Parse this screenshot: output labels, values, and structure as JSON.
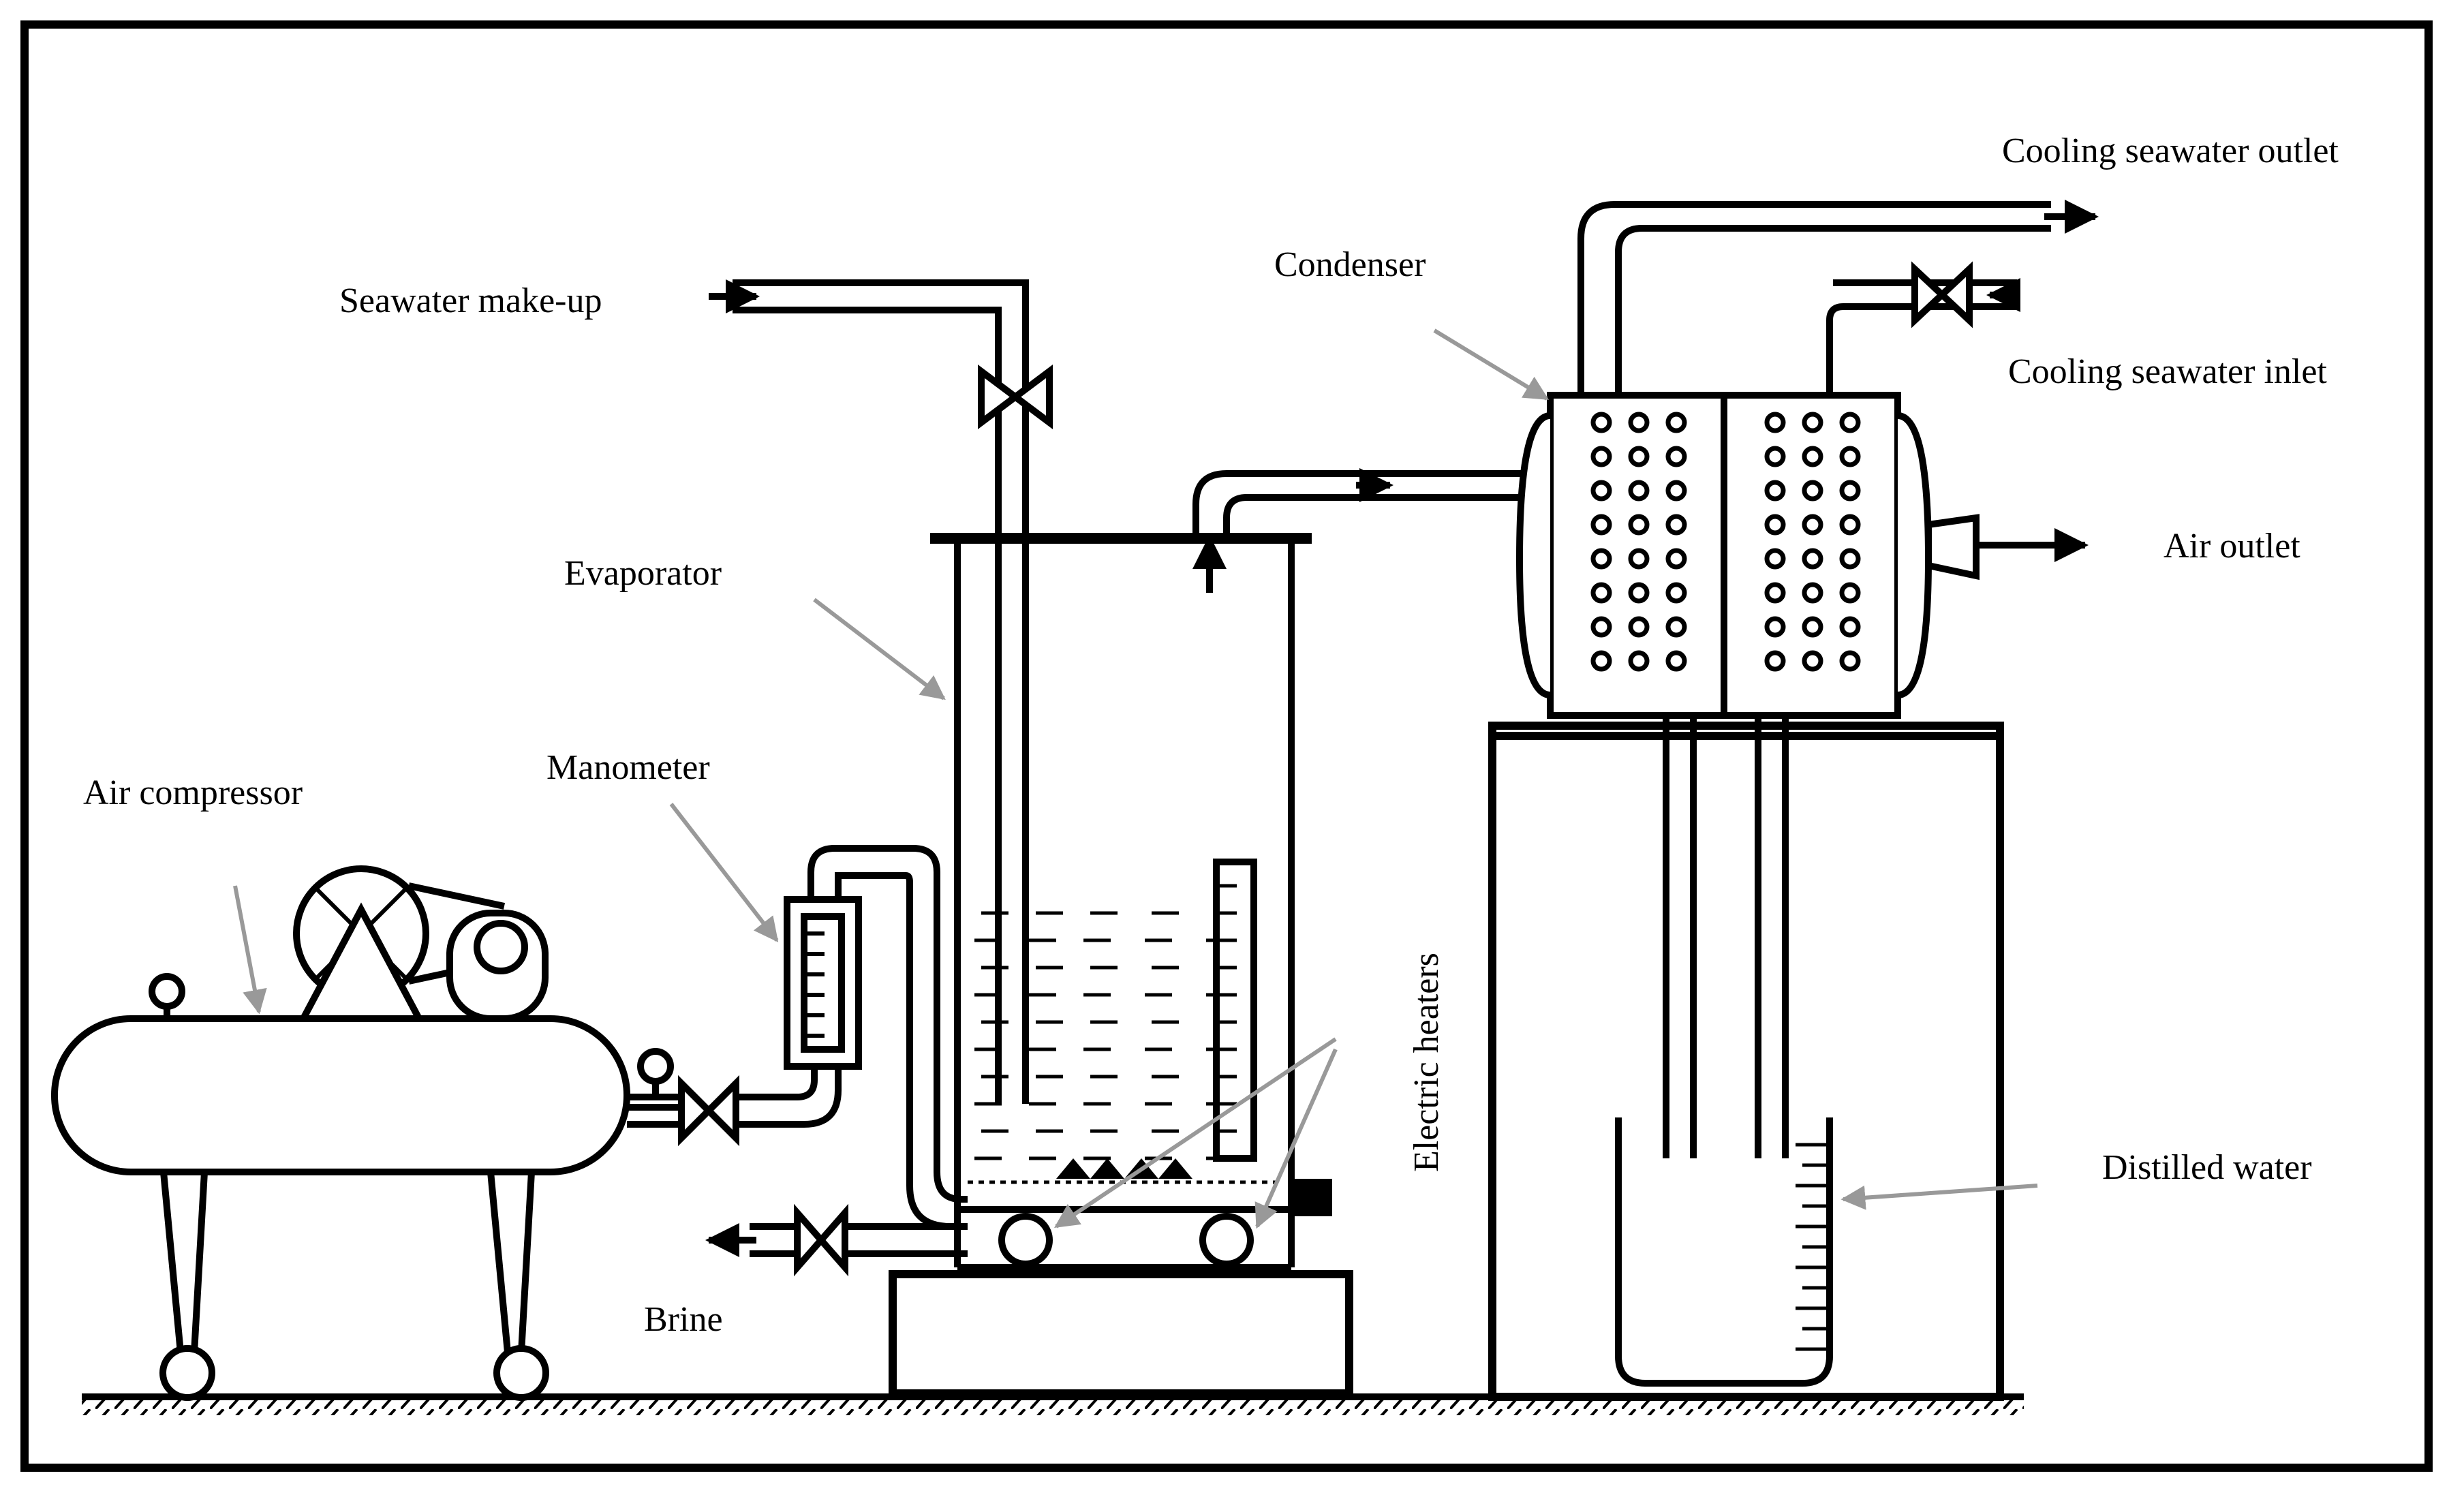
{
  "labels": {
    "seawater_makeup": "Seawater make-up",
    "condenser": "Condenser",
    "cooling_outlet": "Cooling seawater outlet",
    "cooling_inlet": "Cooling seawater inlet",
    "air_outlet": "Air outlet",
    "evaporator": "Evaporator",
    "manometer": "Manometer",
    "air_compressor": "Air compressor",
    "electric_heaters": "Electric heaters",
    "distilled_water": "Distilled water",
    "brine": "Brine"
  },
  "colors": {
    "line": "#000000",
    "pointer": "#999999"
  }
}
